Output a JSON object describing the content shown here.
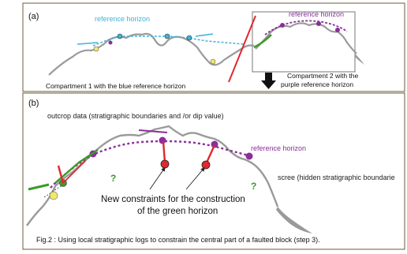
{
  "colors": {
    "blue_horizon": "#3fb3d6",
    "purple_horizon": "#8a2f9a",
    "green_horizon": "#3c9a2a",
    "red_fault": "#e0282e",
    "terrain": "#9a9a9a",
    "yellow_point": "#f0e96a",
    "frame_border": "#6b5838"
  },
  "panel_a": {
    "label": "(a)",
    "blue_horizon_label": "reference horizon",
    "purple_horizon_label": "reference horizon",
    "compartment1_caption": "Compartment 1 with the blue reference horizon",
    "compartment2_caption_line1": "Compartment 2 with the",
    "compartment2_caption_line2": "purple reference horizon"
  },
  "panel_b": {
    "label": "(b)",
    "outcrop_label": "outcrop data (stratigraphic boundaries and /or dip value)",
    "horizon_label": "reference horizon",
    "scree_label": "scree (hidden stratigraphic boundarie",
    "question_left": "?",
    "question_right": "?",
    "constraints_line1": "New constraints for the construction",
    "constraints_line2": "of the green horizon",
    "figure_caption": "Fig.2 : Using local stratigraphic logs to constrain the central part of a faulted block (step 3)."
  }
}
